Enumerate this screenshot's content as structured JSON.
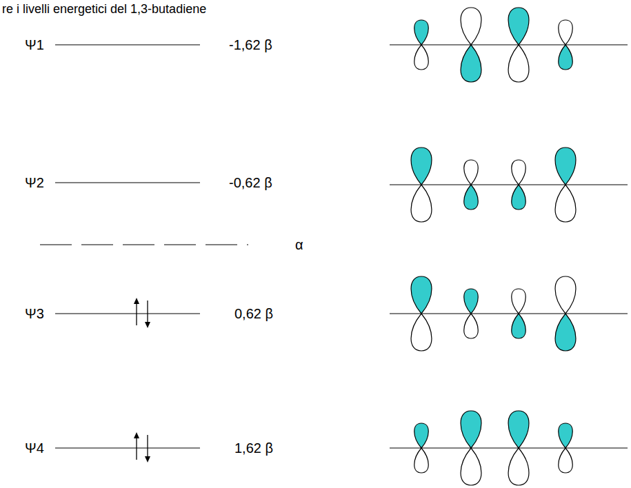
{
  "diagram": {
    "title": "re i livelli energetici del 1,3-butadiene",
    "labels": [
      "Ψ1",
      "-1,62 β",
      "Ψ2",
      "-0,62 β",
      "α",
      "Ψ3",
      "0,62 β",
      "Ψ4",
      "1,62 β"
    ]
  }
}
